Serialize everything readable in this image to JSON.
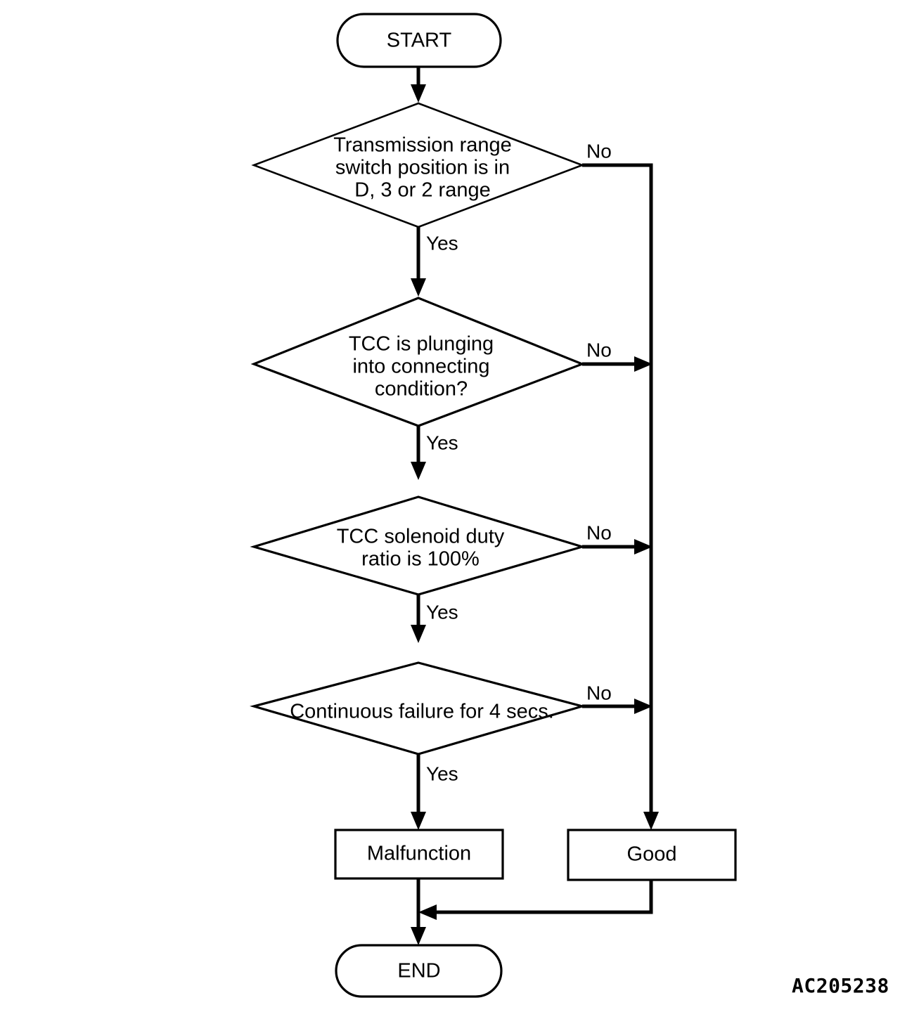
{
  "diagram": {
    "title": "TCC solenoid / torque converter clutch diagnostic flowchart",
    "figure_code": "AC205238",
    "colors": {
      "background": "#ffffff",
      "line": "#000000",
      "text": "#000000"
    },
    "nodes": {
      "start": {
        "label": "START",
        "shape": "terminator"
      },
      "decision_1": {
        "shape": "decision",
        "lines": [
          "Transmission range",
          "switch position is in",
          "D, 3 or 2 range"
        ],
        "yes_label": "Yes",
        "no_label": "No"
      },
      "decision_2": {
        "shape": "decision",
        "lines": [
          "TCC is plunging",
          "into connecting",
          "condition?"
        ],
        "yes_label": "Yes",
        "no_label": "No"
      },
      "decision_3": {
        "shape": "decision",
        "lines": [
          "TCC solenoid duty",
          "ratio is 100%"
        ],
        "yes_label": "Yes",
        "no_label": "No"
      },
      "decision_4": {
        "shape": "decision",
        "lines": [
          "Continuous failure for 4 secs."
        ],
        "yes_label": "Yes",
        "no_label": "No"
      },
      "result_malfunction": {
        "label": "Malfunction",
        "shape": "process"
      },
      "result_good": {
        "label": "Good",
        "shape": "process"
      },
      "end": {
        "label": "END",
        "shape": "terminator"
      }
    }
  }
}
